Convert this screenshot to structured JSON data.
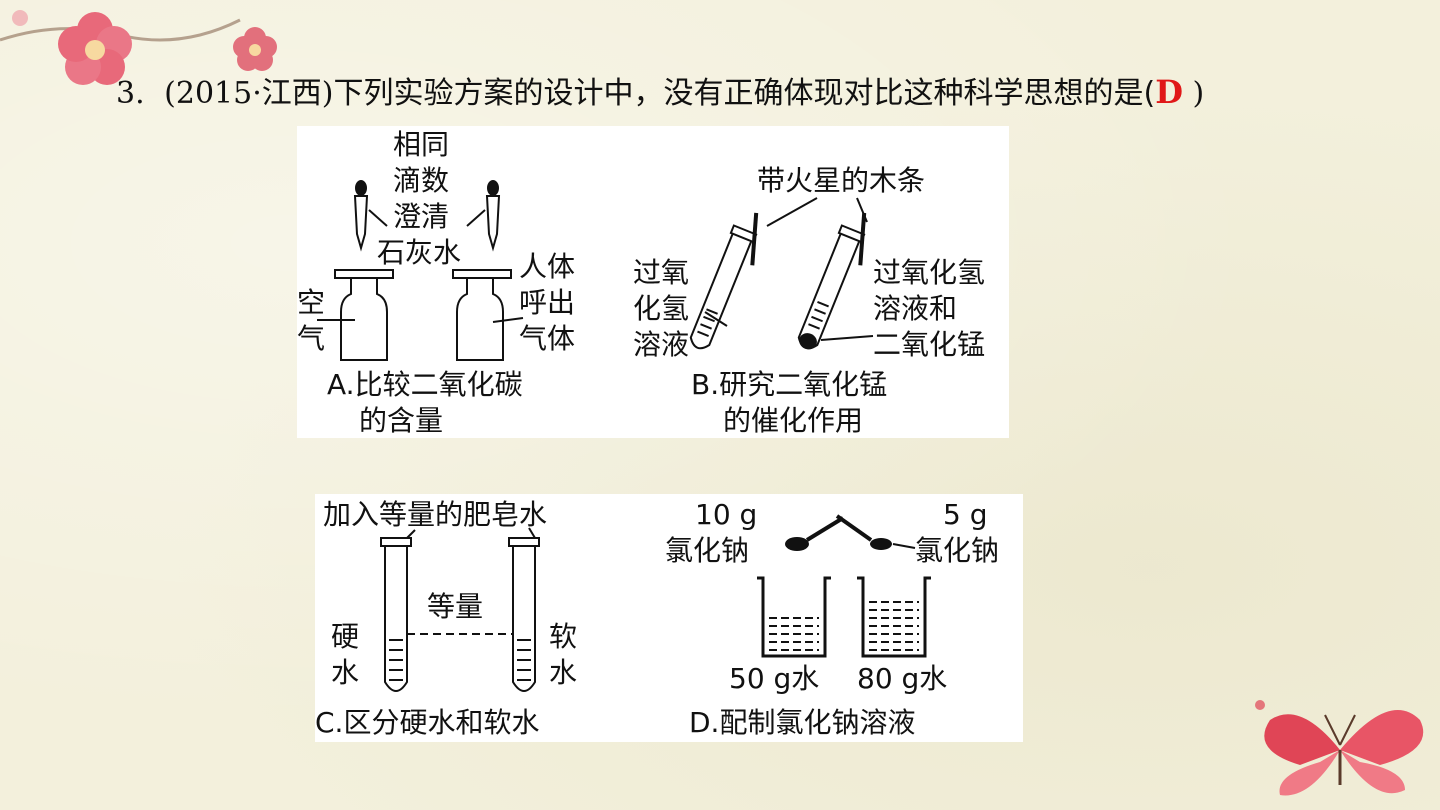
{
  "question": {
    "number": "3.",
    "source": "(2015·江西)",
    "stem": "下列实验方案的设计中，没有正确体现对比这种科学思想的是(",
    "answer": "D",
    "close": ")"
  },
  "panelA": {
    "dropper_label": [
      "相同",
      "滴数",
      "澄清",
      "石灰水"
    ],
    "left_bottle": [
      "空",
      "气"
    ],
    "right_bottle": [
      "人体",
      "呼出",
      "气体"
    ],
    "caption": [
      "A.比较二氧化碳",
      "的含量"
    ]
  },
  "panelB": {
    "top_label": "带火星的木条",
    "left_tube": [
      "过氧",
      "化氢",
      "溶液"
    ],
    "right_tube": [
      "过氧化氢",
      "溶液和",
      "二氧化锰"
    ],
    "caption": [
      "B.研究二氧化锰",
      "的催化作用"
    ]
  },
  "panelC": {
    "top_label": "加入等量的肥皂水",
    "middle_label": "等量",
    "left_tube": [
      "硬",
      "水"
    ],
    "right_tube": [
      "软",
      "水"
    ],
    "caption": "C.区分硬水和软水"
  },
  "panelD": {
    "left_spoon": [
      "10 g",
      "氯化钠"
    ],
    "right_spoon": [
      "5 g",
      "氯化钠"
    ],
    "left_beaker": "50 g水",
    "right_beaker": "80 g水",
    "caption": "D.配制氯化钠溶液"
  },
  "colors": {
    "answer": "#e01818",
    "background": "#f3f0dc",
    "flower": "#e8697a"
  }
}
